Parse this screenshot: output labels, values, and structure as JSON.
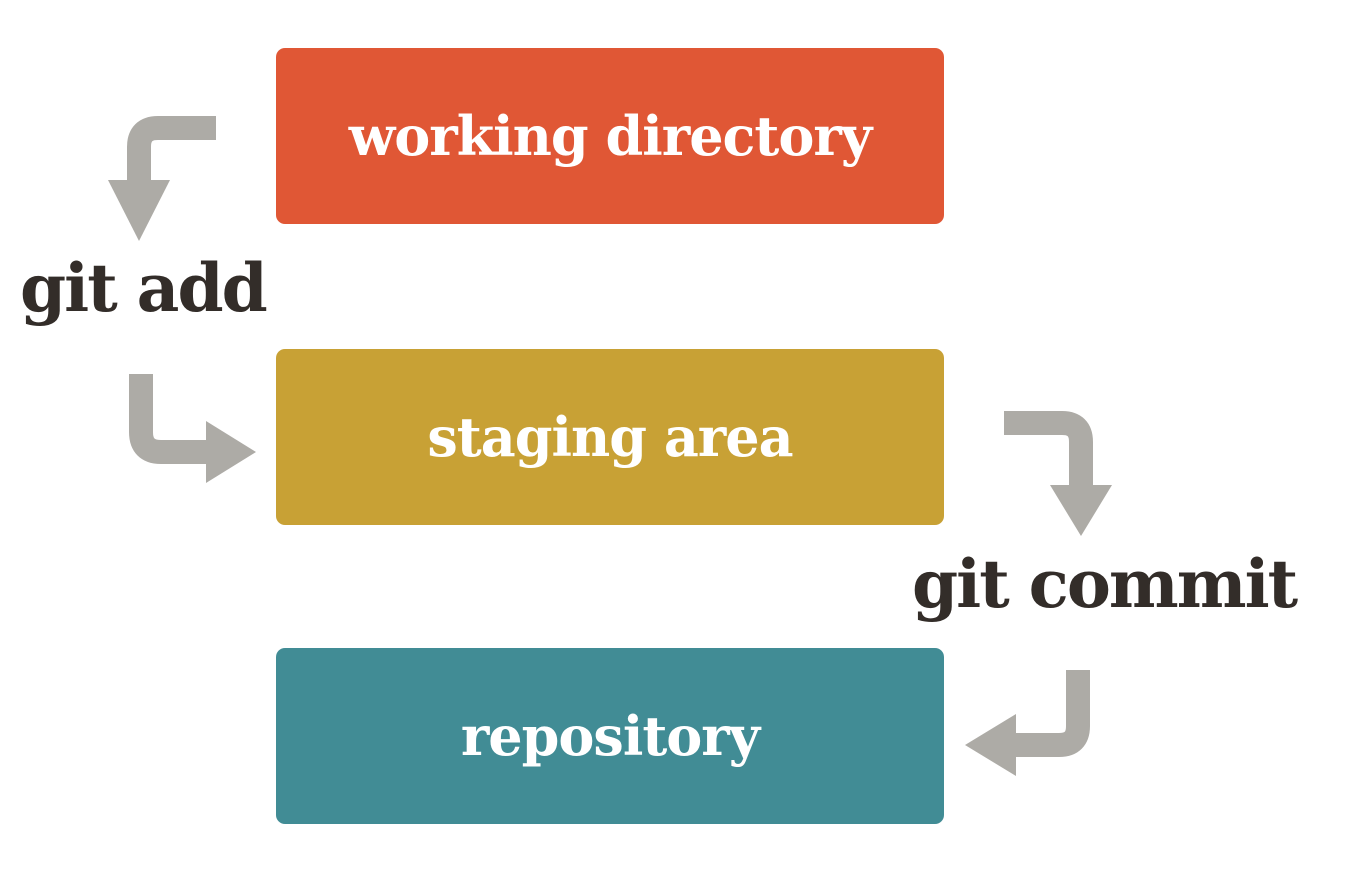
{
  "diagram": {
    "stages": [
      {
        "id": "working",
        "label": "working directory",
        "color": "#e05735"
      },
      {
        "id": "staging",
        "label": "staging area",
        "color": "#c8a135"
      },
      {
        "id": "repository",
        "label": "repository",
        "color": "#418c95"
      }
    ],
    "commands": {
      "add": "git add",
      "commit": "git commit"
    },
    "colors": {
      "arrow": "#adaba6",
      "command_text": "#332d29",
      "stage_text": "#ffffff",
      "background": "#ffffff"
    }
  }
}
